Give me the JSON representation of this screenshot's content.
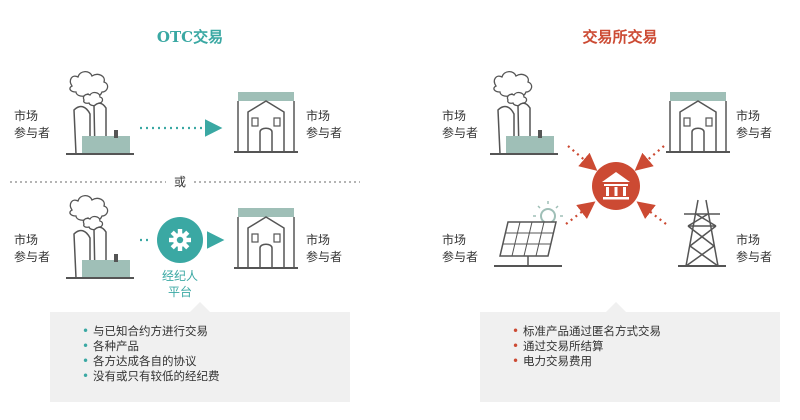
{
  "otc": {
    "title": "OTC交易",
    "participant_label_line1": "市场",
    "participant_label_line2": "参与者",
    "or_label": "或",
    "broker_label_line1": "经纪人",
    "broker_label_line2": "平台",
    "bullets": [
      "与已知合约方进行交易",
      "各种产品",
      "各方达成各自的协议",
      "没有或只有较低的经纪费"
    ]
  },
  "exchange": {
    "title": "交易所交易",
    "participant_label_line1": "市场",
    "participant_label_line2": "参与者",
    "bullets": [
      "标准产品通过匿名方式交易",
      "通过交易所结算",
      "电力交易费用"
    ]
  },
  "colors": {
    "otc_accent": "#3aa8a3",
    "exchange_accent": "#cc4a33",
    "building_fill": "#9fbfb7",
    "outline": "#555555",
    "box_background": "#f0f0f0"
  },
  "icons": {
    "factory": "factory-icon",
    "house": "house-icon",
    "gear": "gear-icon",
    "bank": "bank-icon",
    "solar": "solar-panel-icon",
    "pylon": "power-pylon-icon"
  }
}
